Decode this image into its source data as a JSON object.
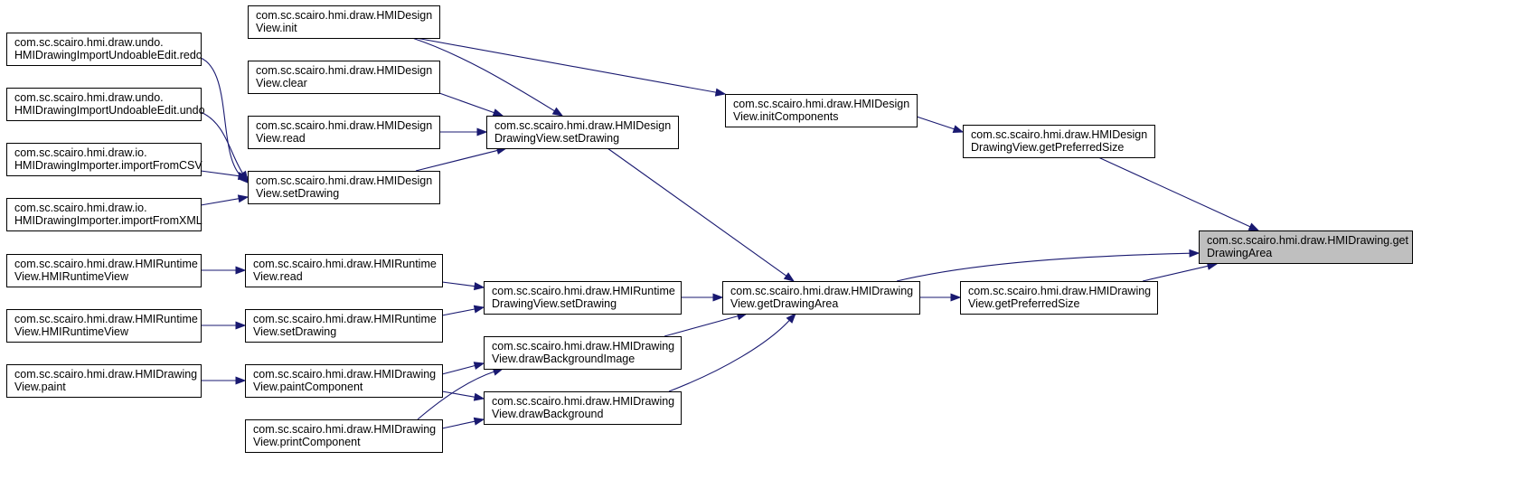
{
  "graph": {
    "focus_node": "n_get_drawing_area",
    "colors": {
      "edge": "#191970",
      "node_border": "#000000",
      "node_fill": "#ffffff",
      "focus_fill": "#bfbfbf"
    },
    "nodes": [
      {
        "id": "n_redo",
        "lines": [
          "com.sc.scairo.hmi.draw.undo.",
          "HMIDrawingImportUndoableEdit.redo"
        ]
      },
      {
        "id": "n_undo",
        "lines": [
          "com.sc.scairo.hmi.draw.undo.",
          "HMIDrawingImportUndoableEdit.undo"
        ]
      },
      {
        "id": "n_import_csv",
        "lines": [
          "com.sc.scairo.hmi.draw.io.",
          "HMIDrawingImporter.importFromCSV"
        ]
      },
      {
        "id": "n_import_xml",
        "lines": [
          "com.sc.scairo.hmi.draw.io.",
          "HMIDrawingImporter.importFromXML"
        ]
      },
      {
        "id": "n_runtime_ctor1",
        "lines": [
          "com.sc.scairo.hmi.draw.HMIRuntime",
          "View.HMIRuntimeView"
        ]
      },
      {
        "id": "n_runtime_ctor2",
        "lines": [
          "com.sc.scairo.hmi.draw.HMIRuntime",
          "View.HMIRuntimeView"
        ]
      },
      {
        "id": "n_drawing_paint",
        "lines": [
          "com.sc.scairo.hmi.draw.HMIDrawing",
          "View.paint"
        ]
      },
      {
        "id": "n_design_init",
        "lines": [
          "com.sc.scairo.hmi.draw.HMIDesign",
          "View.init"
        ]
      },
      {
        "id": "n_design_clear",
        "lines": [
          "com.sc.scairo.hmi.draw.HMIDesign",
          "View.clear"
        ]
      },
      {
        "id": "n_design_read",
        "lines": [
          "com.sc.scairo.hmi.draw.HMIDesign",
          "View.read"
        ]
      },
      {
        "id": "n_design_set_drawing",
        "lines": [
          "com.sc.scairo.hmi.draw.HMIDesign",
          "View.setDrawing"
        ]
      },
      {
        "id": "n_runtime_read",
        "lines": [
          "com.sc.scairo.hmi.draw.HMIRuntime",
          "View.read"
        ]
      },
      {
        "id": "n_runtime_set_drawing",
        "lines": [
          "com.sc.scairo.hmi.draw.HMIRuntime",
          "View.setDrawing"
        ]
      },
      {
        "id": "n_paint_component",
        "lines": [
          "com.sc.scairo.hmi.draw.HMIDrawing",
          "View.paintComponent"
        ]
      },
      {
        "id": "n_print_component",
        "lines": [
          "com.sc.scairo.hmi.draw.HMIDrawing",
          "View.printComponent"
        ]
      },
      {
        "id": "n_design_drawing_set_drawing",
        "lines": [
          "com.sc.scairo.hmi.draw.HMIDesign",
          "DrawingView.setDrawing"
        ]
      },
      {
        "id": "n_runtime_drawing_set_drawing",
        "lines": [
          "com.sc.scairo.hmi.draw.HMIRuntime",
          "DrawingView.setDrawing"
        ]
      },
      {
        "id": "n_draw_bg_image",
        "lines": [
          "com.sc.scairo.hmi.draw.HMIDrawing",
          "View.drawBackgroundImage"
        ]
      },
      {
        "id": "n_draw_bg",
        "lines": [
          "com.sc.scairo.hmi.draw.HMIDrawing",
          "View.drawBackground"
        ]
      },
      {
        "id": "n_init_components",
        "lines": [
          "com.sc.scairo.hmi.draw.HMIDesign",
          "View.initComponents"
        ]
      },
      {
        "id": "n_view_get_drawing_area",
        "lines": [
          "com.sc.scairo.hmi.draw.HMIDrawing",
          "View.getDrawingArea"
        ]
      },
      {
        "id": "n_design_drawing_pref_size",
        "lines": [
          "com.sc.scairo.hmi.draw.HMIDesign",
          "DrawingView.getPreferredSize"
        ]
      },
      {
        "id": "n_view_pref_size",
        "lines": [
          "com.sc.scairo.hmi.draw.HMIDrawing",
          "View.getPreferredSize"
        ]
      },
      {
        "id": "n_get_drawing_area",
        "lines": [
          "com.sc.scairo.hmi.draw.HMIDrawing.get",
          "DrawingArea"
        ]
      }
    ],
    "edges": [
      {
        "from": "n_redo",
        "to": "n_design_set_drawing"
      },
      {
        "from": "n_undo",
        "to": "n_design_set_drawing"
      },
      {
        "from": "n_import_csv",
        "to": "n_design_set_drawing"
      },
      {
        "from": "n_import_xml",
        "to": "n_design_set_drawing"
      },
      {
        "from": "n_runtime_ctor1",
        "to": "n_runtime_read"
      },
      {
        "from": "n_runtime_ctor2",
        "to": "n_runtime_set_drawing"
      },
      {
        "from": "n_drawing_paint",
        "to": "n_paint_component"
      },
      {
        "from": "n_design_init",
        "to": "n_design_drawing_set_drawing"
      },
      {
        "from": "n_design_init",
        "to": "n_init_components"
      },
      {
        "from": "n_design_clear",
        "to": "n_design_drawing_set_drawing"
      },
      {
        "from": "n_design_read",
        "to": "n_design_drawing_set_drawing"
      },
      {
        "from": "n_design_set_drawing",
        "to": "n_design_drawing_set_drawing"
      },
      {
        "from": "n_runtime_read",
        "to": "n_runtime_drawing_set_drawing"
      },
      {
        "from": "n_runtime_set_drawing",
        "to": "n_runtime_drawing_set_drawing"
      },
      {
        "from": "n_paint_component",
        "to": "n_draw_bg_image"
      },
      {
        "from": "n_paint_component",
        "to": "n_draw_bg"
      },
      {
        "from": "n_print_component",
        "to": "n_draw_bg_image"
      },
      {
        "from": "n_print_component",
        "to": "n_draw_bg"
      },
      {
        "from": "n_design_drawing_set_drawing",
        "to": "n_view_get_drawing_area"
      },
      {
        "from": "n_runtime_drawing_set_drawing",
        "to": "n_view_get_drawing_area"
      },
      {
        "from": "n_draw_bg_image",
        "to": "n_view_get_drawing_area"
      },
      {
        "from": "n_draw_bg",
        "to": "n_view_get_drawing_area"
      },
      {
        "from": "n_init_components",
        "to": "n_design_drawing_pref_size"
      },
      {
        "from": "n_view_get_drawing_area",
        "to": "n_view_pref_size"
      },
      {
        "from": "n_design_drawing_pref_size",
        "to": "n_get_drawing_area"
      },
      {
        "from": "n_view_get_drawing_area",
        "to": "n_get_drawing_area"
      },
      {
        "from": "n_view_pref_size",
        "to": "n_get_drawing_area"
      }
    ]
  }
}
